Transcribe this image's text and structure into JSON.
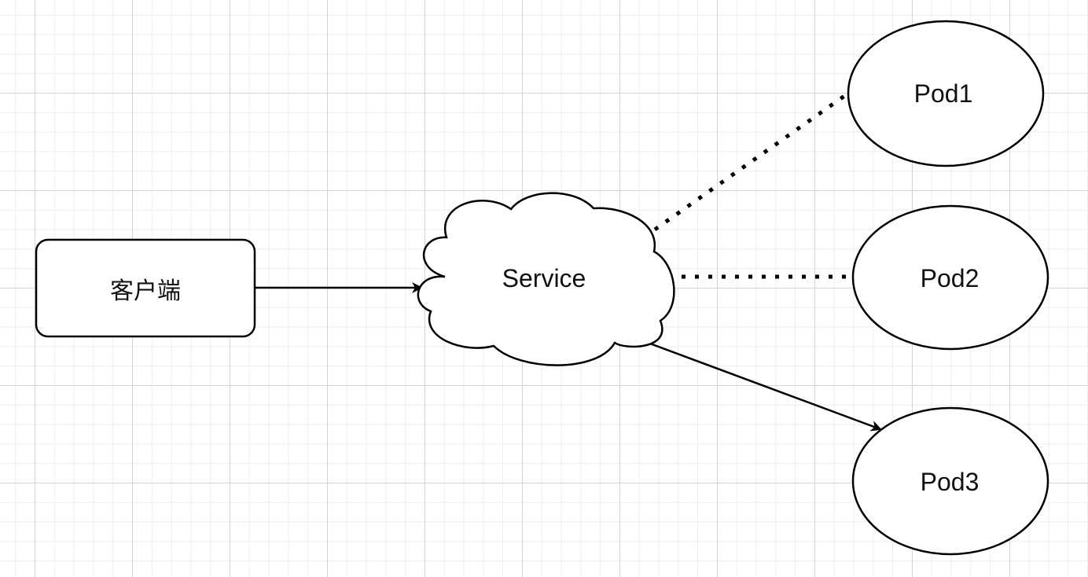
{
  "nodes": {
    "client": {
      "label": "客户端"
    },
    "service": {
      "label": "Service"
    },
    "pod1": {
      "label": "Pod1"
    },
    "pod2": {
      "label": "Pod2"
    },
    "pod3": {
      "label": "Pod3"
    }
  },
  "edges": [
    {
      "from": "client",
      "to": "service",
      "style": "solid-arrow"
    },
    {
      "from": "service",
      "to": "pod1",
      "style": "dotted"
    },
    {
      "from": "service",
      "to": "pod2",
      "style": "dotted"
    },
    {
      "from": "service",
      "to": "pod3",
      "style": "solid-arrow"
    }
  ],
  "colors": {
    "stroke": "#000000",
    "fill": "#ffffff",
    "grid_major": "#d4d4d4",
    "grid_minor": "#ededed"
  }
}
